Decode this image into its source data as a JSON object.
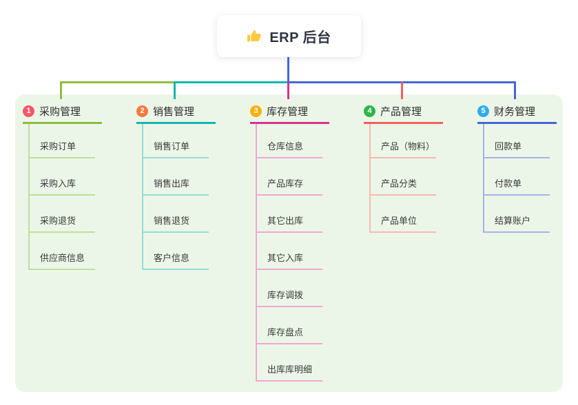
{
  "root": {
    "title": "ERP 后台",
    "icon": "thumbs-up-icon"
  },
  "panel_bg": "#ECF6E8",
  "branches": [
    {
      "num": "1",
      "label": "采购管理",
      "badge_color": "#F4566C",
      "line_color": "#8CBE3F",
      "pale_color": "#BFDF9B",
      "items": [
        "采购订单",
        "采购入库",
        "采购退货",
        "供应商信息"
      ]
    },
    {
      "num": "2",
      "label": "销售管理",
      "badge_color": "#F4793B",
      "line_color": "#15B5B0",
      "pale_color": "#94DCD6",
      "items": [
        "销售订单",
        "销售出库",
        "销售退货",
        "客户信息"
      ]
    },
    {
      "num": "3",
      "label": "库存管理",
      "badge_color": "#F7B10D",
      "line_color": "#D63390",
      "pale_color": "#F0A8CE",
      "items": [
        "仓库信息",
        "产品库存",
        "其它出库",
        "其它入库",
        "库存调拨",
        "库存盘点",
        "出库库明细"
      ]
    },
    {
      "num": "4",
      "label": "产品管理",
      "badge_color": "#2EB54C",
      "line_color": "#F25F5C",
      "pale_color": "#F8B8B1",
      "items": [
        "产品（物料）",
        "产品分类",
        "产品单位"
      ]
    },
    {
      "num": "5",
      "label": "财务管理",
      "badge_color": "#30ACE8",
      "line_color": "#4465D9",
      "pale_color": "#A6B2E8",
      "items": [
        "回款单",
        "付款单",
        "结算账户"
      ]
    }
  ]
}
